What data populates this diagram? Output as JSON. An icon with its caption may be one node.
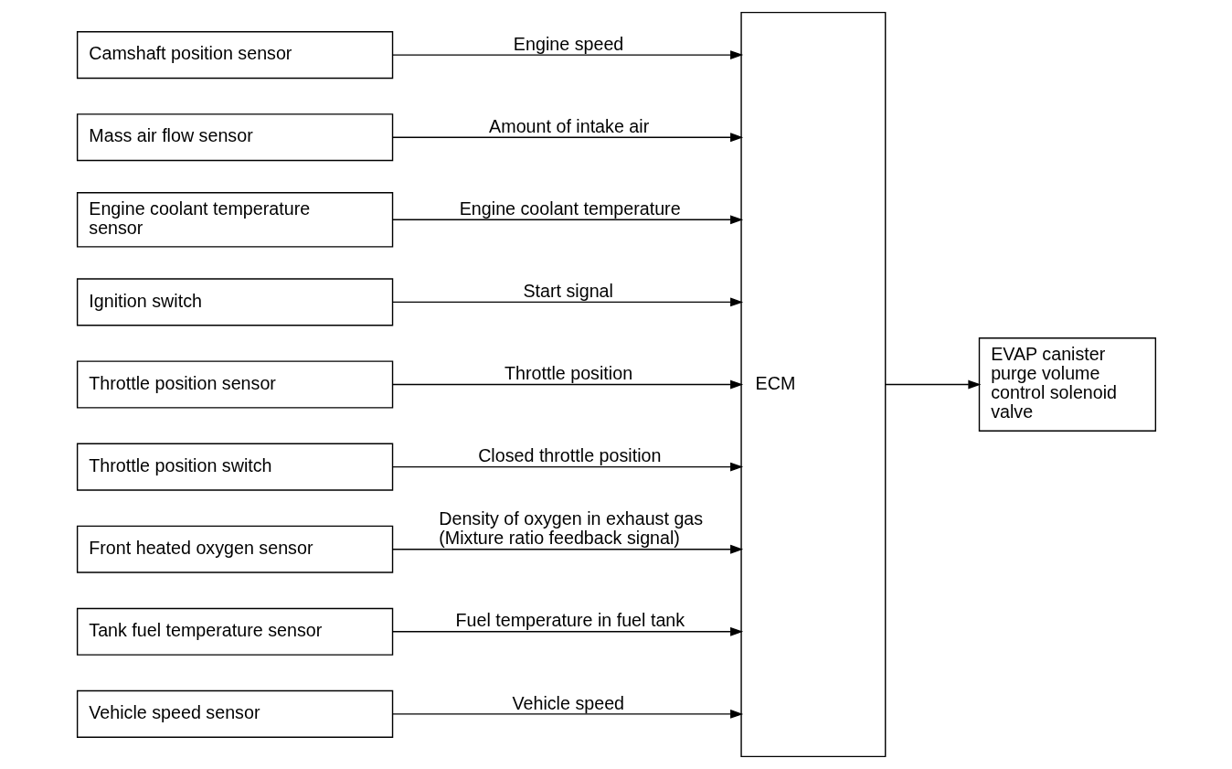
{
  "diagram": {
    "nodes": [
      {
        "text": [
          "Camshaft position sensor"
        ]
      },
      {
        "text": [
          "Mass air flow sensor"
        ]
      },
      {
        "text": [
          "Engine coolant temperature sensor"
        ]
      },
      {
        "text": [
          "Ignition switch"
        ]
      },
      {
        "text": [
          "Throttle position sensor"
        ]
      },
      {
        "text": [
          "Throttle position switch"
        ]
      },
      {
        "text": [
          "Front heated oxygen sensor"
        ]
      },
      {
        "text": [
          "Tank fuel temperature sensor"
        ]
      },
      {
        "text": [
          "Vehicle speed sensor"
        ]
      },
      {
        "text": [
          "ECM"
        ]
      },
      {
        "text": [
          "EVAP canister purge volume control solenoid valve"
        ]
      }
    ],
    "edges": [
      {
        "from": 0,
        "to": 9,
        "arrow": "to",
        "label": "Engine speed"
      },
      {
        "from": 1,
        "to": 9,
        "arrow": "to",
        "label": "Amount of intake air"
      },
      {
        "from": 2,
        "to": 9,
        "arrow": "to",
        "label": "Engine coolant temperature"
      },
      {
        "from": 3,
        "to": 9,
        "arrow": "to",
        "label": "Start signal"
      },
      {
        "from": 4,
        "to": 9,
        "arrow": "to",
        "label": "Throttle position"
      },
      {
        "from": 5,
        "to": 9,
        "arrow": "to",
        "label": "Closed throttle position"
      },
      {
        "from": 6,
        "to": 9,
        "arrow": "to",
        "label": "Density of oxygen in exhaust gas (Mixture ratio feedback signal)"
      },
      {
        "from": 7,
        "to": 9,
        "arrow": "to",
        "label": "Fuel temperature in fuel tank"
      },
      {
        "from": 8,
        "to": 9,
        "arrow": "to",
        "label": "Vehicle speed"
      },
      {
        "from": 9,
        "to": 10,
        "arrow": "to"
      }
    ]
  }
}
